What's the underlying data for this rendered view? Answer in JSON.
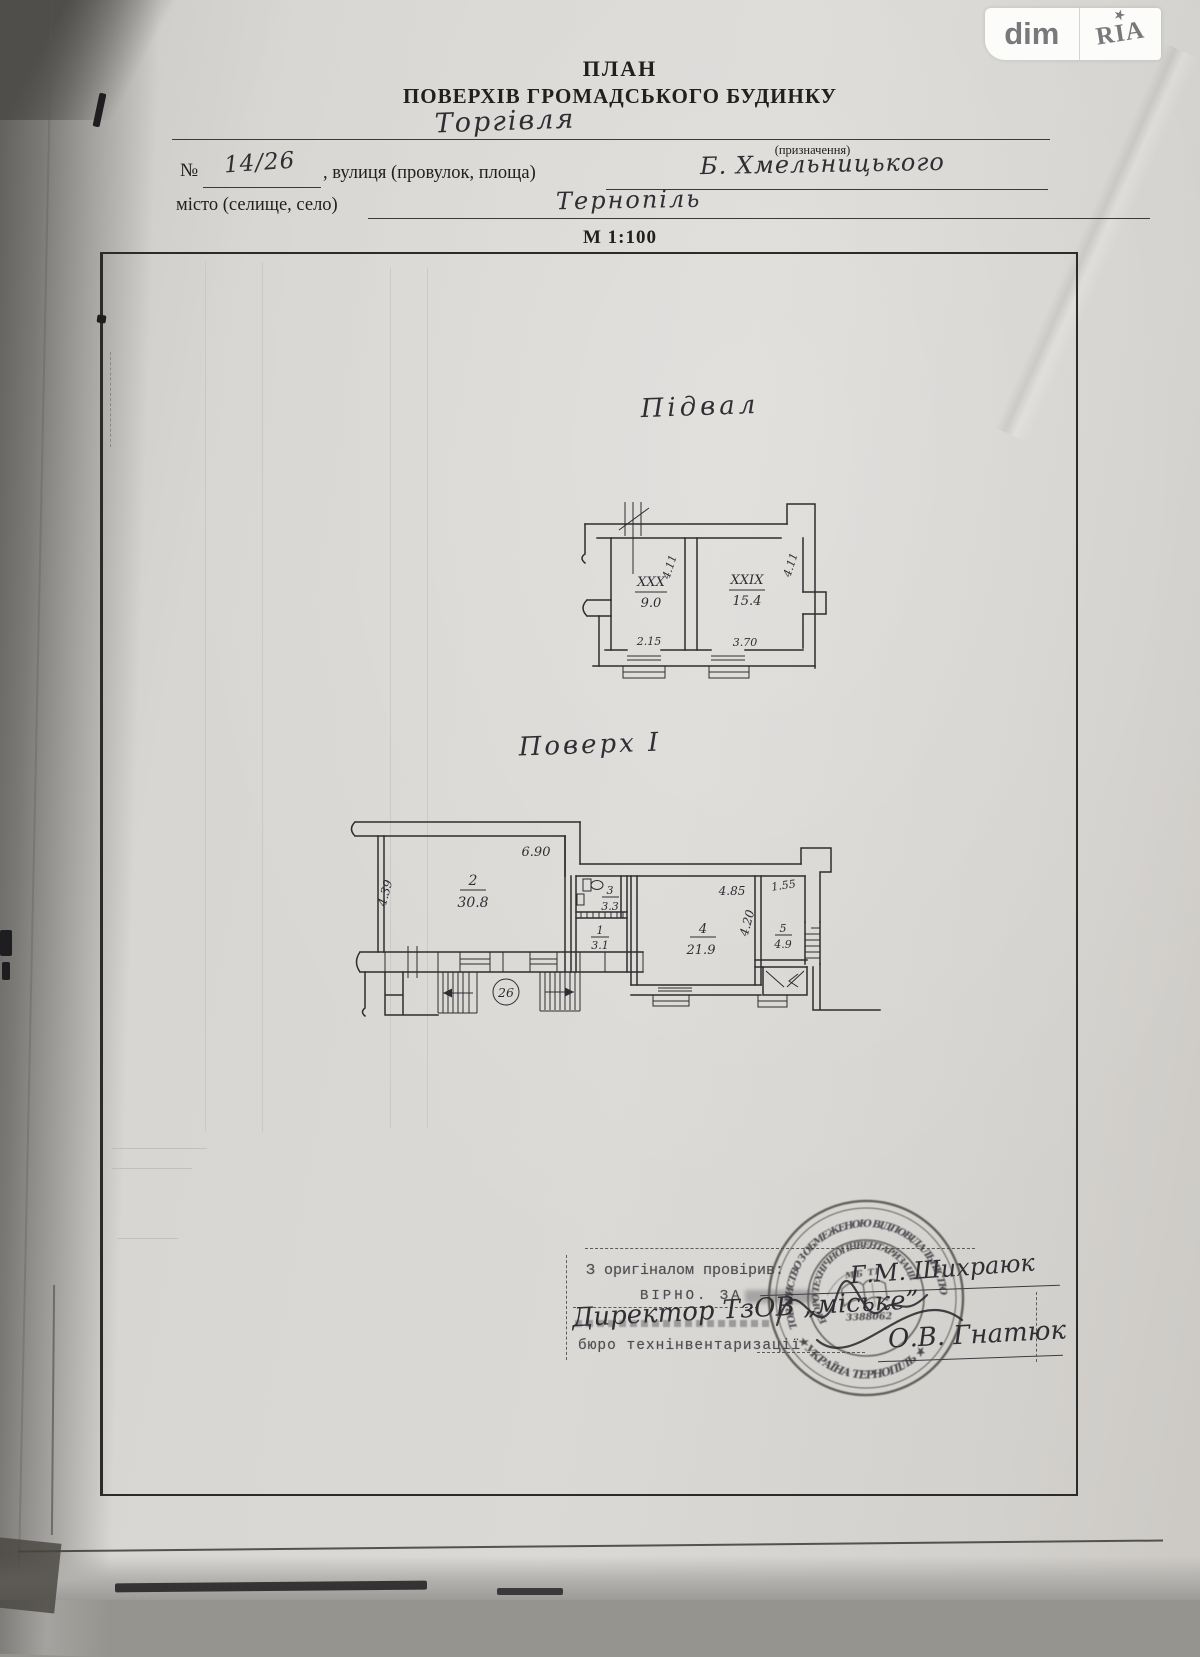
{
  "logo": {
    "left": "dim",
    "right": "RIA",
    "star": "★"
  },
  "header": {
    "title_line1": "ПЛАН",
    "title_line2": "ПОВЕРХІВ ГРОМАДСЬКОГО БУДИНКУ",
    "purpose_value": "Торгівля",
    "purpose_caption": "(призначення)",
    "number_sign": "№",
    "number_value": "14/26",
    "street_label": ", вулиця (провулок, площа)",
    "street_value": "Б. Хмельницького",
    "city_label": "місто (селище, село)",
    "city_value": "Тернопіль",
    "scale": "М 1:100"
  },
  "basement": {
    "title": "Підвал",
    "room_left": {
      "number": "XXX",
      "area": "9.0",
      "dim_bottom": "2.15",
      "dim_side": "4.11"
    },
    "room_right": {
      "number": "XXIX",
      "area": "15.4",
      "dim_bottom": "3.70",
      "dim_side": "4.11"
    }
  },
  "floor1": {
    "title": "Поверх I",
    "room2": {
      "number": "2",
      "area": "30.8",
      "dim_top": "6.90",
      "dim_side": "4.39"
    },
    "room3": {
      "number": "3",
      "area": "3.3"
    },
    "room1": {
      "number": "1",
      "area": "3.1"
    },
    "room4": {
      "number": "4",
      "area": "21.9",
      "dim_top": "4.85",
      "dim_side": "4.20"
    },
    "room5": {
      "number": "5",
      "area": "4.9",
      "dim_top": "1.55"
    },
    "entrance_number": "26"
  },
  "stamp": {
    "checked_label": "З оригіналом провірив:",
    "certified_label": "ВІРНО. ЗА",
    "director_note": "Директор ТзОВ „міське”",
    "bureau_label": "бюро технінвентаризації",
    "signature_right": "Г.М. Шихраюк",
    "signature_bottom": "О.В. Гнатюк",
    "seal": {
      "outer_text": "ТОВАРИСТВО З ОБМЕЖЕНОЮ ВІДПОВІДАЛЬНІСТЮ",
      "bottom_text": "★ УКРАЇНА ТЕРНОПІЛЬ ★",
      "inner_text": "БЮРО ТЕХНІЧНОЇ ІНВЕНТАРИЗАЦІЇ",
      "center_code": "МБ ТІ",
      "center_number": "3388062"
    }
  }
}
